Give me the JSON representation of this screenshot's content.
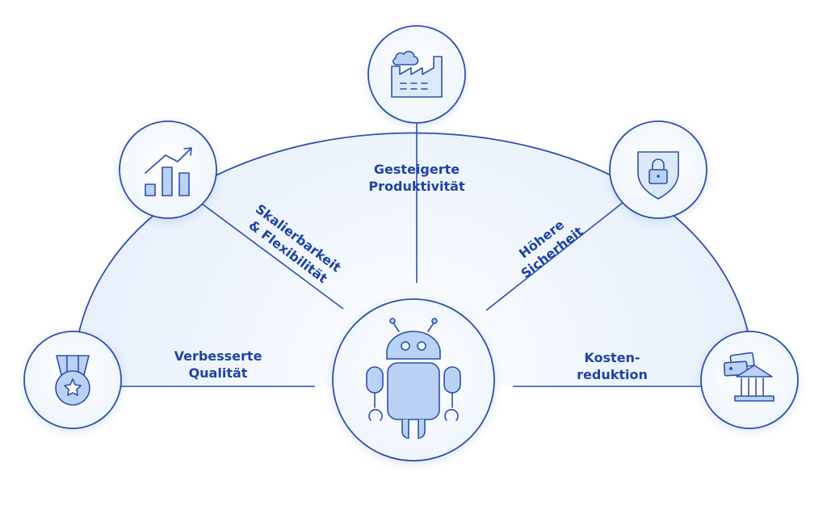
{
  "center": {
    "name": "robot-icon"
  },
  "nodes": [
    {
      "id": "produktivitaet",
      "icon": "factory-icon",
      "label_lines": [
        "Gesteigerte",
        "Produktivität"
      ]
    },
    {
      "id": "skalierbarkeit",
      "icon": "bar-chart-growth-icon",
      "label_lines": [
        "Skalierbarkeit",
        "& Flexibilität"
      ]
    },
    {
      "id": "sicherheit",
      "icon": "shield-lock-icon",
      "label_lines": [
        "Höhere",
        "Sicherheit"
      ]
    },
    {
      "id": "qualitaet",
      "icon": "medal-star-icon",
      "label_lines": [
        "Verbesserte",
        "Qualität"
      ]
    },
    {
      "id": "kosten",
      "icon": "bank-money-icon",
      "label_lines": [
        "Kosten-",
        "reduktion"
      ]
    }
  ],
  "colors": {
    "stroke": "#2d4fb0",
    "fill_light": "#dce9fb",
    "fill_mid": "#b9d2f5",
    "label": "#1f43a8"
  }
}
